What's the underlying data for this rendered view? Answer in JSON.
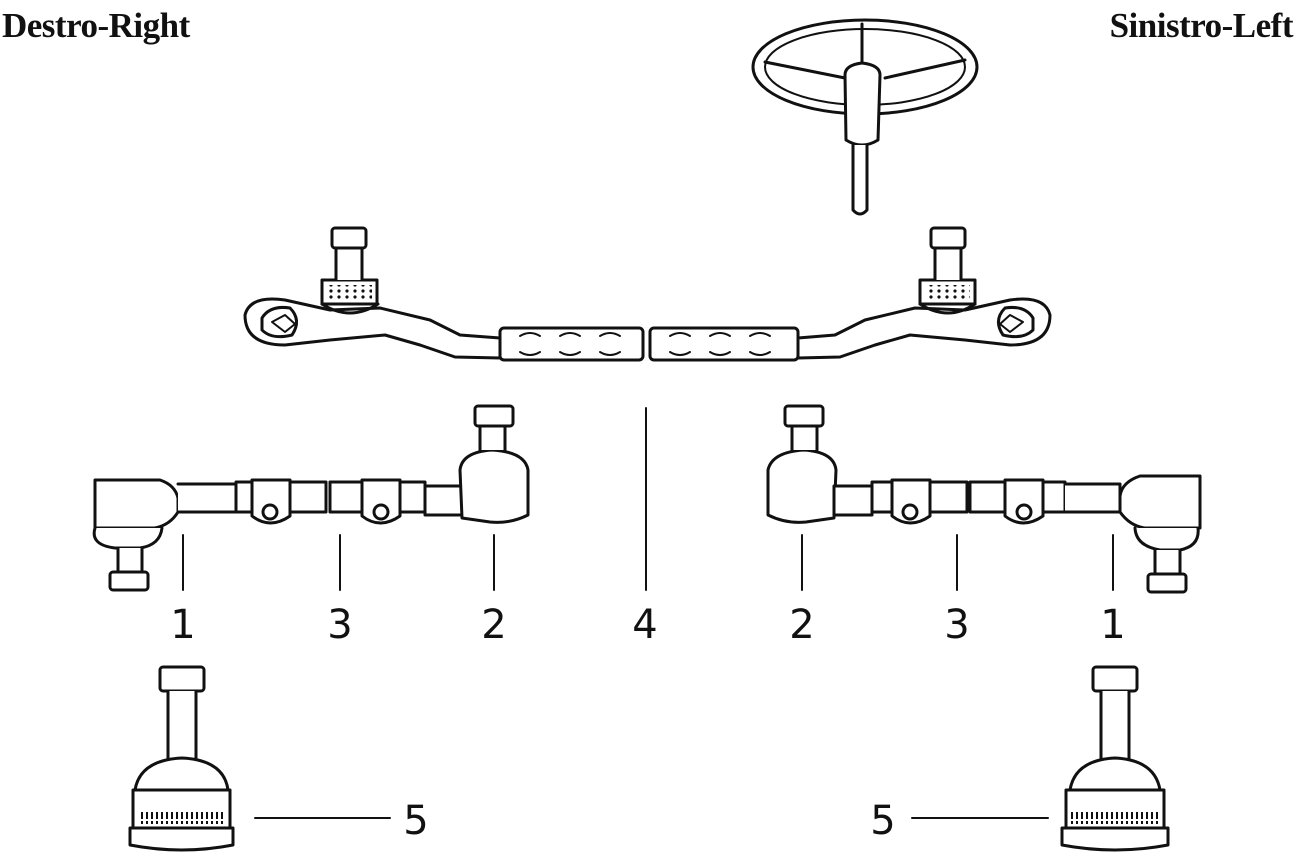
{
  "titles": {
    "right": "Destro-Right",
    "left": "Sinistro-Left"
  },
  "callouts": {
    "right_outer_tie_rod_end": "1",
    "right_adjuster_sleeve": "3",
    "right_inner_tie_rod_end": "2",
    "center_drag_link": "4",
    "left_inner_tie_rod_end": "2",
    "left_adjuster_sleeve": "3",
    "left_outer_tie_rod_end": "1",
    "right_ball_joint": "5",
    "left_ball_joint": "5"
  }
}
